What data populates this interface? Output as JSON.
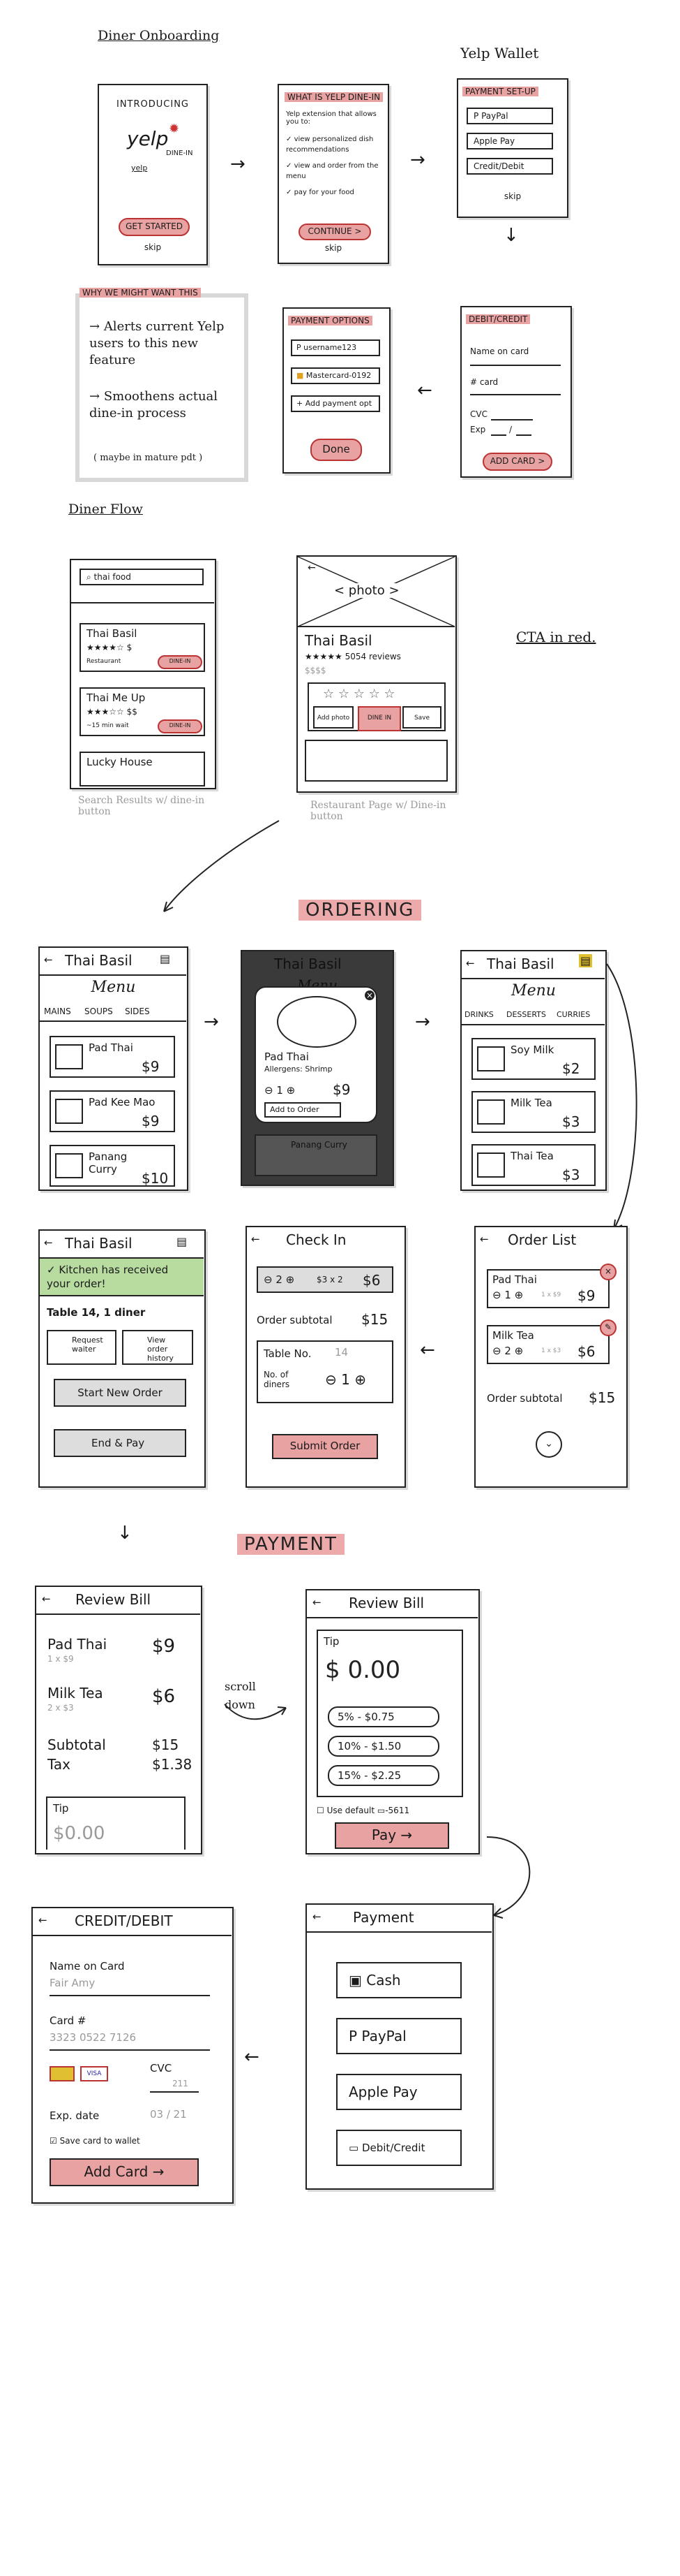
{
  "sections": {
    "diner_onboarding": "Diner Onboarding",
    "yelp_wallet": "Yelp Wallet",
    "diner_flow": "Diner Flow",
    "ordering": "ORDERING",
    "payment": "PAYMENT"
  },
  "onboarding": {
    "intro": {
      "introducing": "INTRODUCING",
      "logo": "yelp",
      "dine_in": "DINE-IN",
      "logo_alt": "yelp",
      "get_started": "GET STARTED",
      "skip": "skip"
    },
    "what_is": {
      "title": "WHAT IS YELP DINE-IN",
      "intro": "Yelp extension that allows you to:",
      "points": [
        "view personalized dish recommendations",
        "view and order from the menu",
        "pay for your food"
      ],
      "continue": "CONTINUE >",
      "skip": "skip"
    },
    "wallet": {
      "title": "PAYMENT SET-UP",
      "options": [
        "PayPal",
        "Apple Pay",
        "Credit/Debit"
      ],
      "skip": "skip"
    },
    "why_note": {
      "title": "WHY WE MIGHT WANT THIS",
      "points": [
        "Alerts current Yelp users to this new feature",
        "Smoothens actual dine-in process"
      ],
      "footnote": "( maybe in mature pdt )"
    },
    "payment_options": {
      "title": "PAYMENT OPTIONS",
      "options": [
        "username123",
        "Mastercard-0192",
        "Add payment opt"
      ],
      "done": "Done"
    },
    "credit_debit": {
      "title": "DEBIT/CREDIT",
      "name_label": "Name on card",
      "number_label": "# card",
      "cvc_label": "CVC",
      "exp_label": "Exp",
      "exp_sep": "/",
      "add_card": "ADD CARD >"
    }
  },
  "diner_flow": {
    "search": {
      "query": "thai food",
      "results": [
        {
          "name": "Thai Basil",
          "meta": "$",
          "tag": "Restaurant",
          "btn": "DINE-IN"
        },
        {
          "name": "Thai Me Up",
          "meta": "$$",
          "tag": "~15 min wait",
          "btn": "DINE-IN"
        },
        {
          "name": "Lucky House",
          "meta": "",
          "tag": "",
          "btn": ""
        }
      ],
      "caption": "Search Results w/ dine-in button"
    },
    "restaurant": {
      "photo": "< photo >",
      "name": "Thai Basil",
      "reviews": "5054 reviews",
      "price": "$$$$",
      "actions": [
        "Add photo",
        "DINE IN",
        "Save"
      ],
      "caption": "Restaurant Page w/ Dine-in button"
    },
    "cta_note": "CTA in red."
  },
  "ordering": {
    "menu1": {
      "back": "←",
      "title": "Thai Basil",
      "subtitle": "Menu",
      "tabs": [
        "MAINS",
        "SOUPS",
        "SIDES"
      ],
      "items": [
        {
          "name": "Pad Thai",
          "price": "$9"
        },
        {
          "name": "Pad Kee Mao",
          "price": "$9"
        },
        {
          "name": "Panang Curry",
          "price": "$10"
        }
      ]
    },
    "modal": {
      "title": "Thai Basil",
      "subtitle": "Menu",
      "item": "Pad Thai",
      "allergens": "Allergens: Shrimp",
      "qty": "1",
      "price": "$9",
      "add": "Add to Order",
      "bg_item": "Panang Curry"
    },
    "menu2": {
      "back": "←",
      "title": "Thai Basil",
      "subtitle": "Menu",
      "tabs": [
        "DRINKS",
        "DESSERTS",
        "CURRIES"
      ],
      "items": [
        {
          "name": "Soy Milk",
          "price": "$2"
        },
        {
          "name": "Milk Tea",
          "price": "$3"
        },
        {
          "name": "Thai Tea",
          "price": "$3"
        }
      ]
    },
    "status": {
      "back": "←",
      "title": "Thai Basil",
      "banner": "Kitchen has received your order!",
      "table": "Table 14, 1 diner",
      "buttons": [
        "Request waiter",
        "View order history"
      ],
      "start_new": "Start New Order",
      "end_pay": "End & Pay"
    },
    "checkin": {
      "back": "←",
      "title": "Check In",
      "qty": "2",
      "calc": "$3 x 2",
      "price": "$6",
      "subtotal_label": "Order subtotal",
      "subtotal": "$15",
      "table_label": "Table No.",
      "table_val": "14",
      "diners_label": "No. of diners",
      "diners_val": "1",
      "submit": "Submit Order"
    },
    "order_list": {
      "back": "←",
      "title": "Order List",
      "items": [
        {
          "name": "Pad Thai",
          "qty": "1",
          "unit": "1 x $9",
          "price": "$9"
        },
        {
          "name": "Milk Tea",
          "qty": "2",
          "unit": "1 x $3",
          "price": "$6"
        }
      ],
      "subtotal_label": "Order subtotal",
      "subtotal": "$15"
    }
  },
  "payment": {
    "review1": {
      "back": "←",
      "title": "Review Bill",
      "items": [
        {
          "name": "Pad Thai",
          "detail": "1 x $9",
          "price": "$9"
        },
        {
          "name": "Milk Tea",
          "detail": "2 x $3",
          "price": "$6"
        }
      ],
      "subtotal_label": "Subtotal",
      "subtotal": "$15",
      "tax_label": "Tax",
      "tax": "$1.38",
      "tip_label": "Tip",
      "tip_placeholder": "$0.00"
    },
    "scroll_note": "scroll down",
    "review2": {
      "back": "←",
      "title": "Review Bill",
      "tip_label": "Tip",
      "tip_value": "$ 0.00",
      "presets": [
        "5% - $0.75",
        "10% - $1.50",
        "15% - $2.25"
      ],
      "use_default": "Use default",
      "card_suffix": "-5611",
      "pay": "Pay →"
    },
    "credit": {
      "back": "←",
      "title": "CREDIT/DEBIT",
      "name_label": "Name on Card",
      "name_val": "Fair Amy",
      "card_label": "Card #",
      "card_val": "3323 0522 7126",
      "cvc_label": "CVC",
      "cvc_val": "211",
      "visa": "VISA",
      "exp_label": "Exp. date",
      "exp_val": "03 / 21",
      "save": "Save card to wallet",
      "add": "Add Card →"
    },
    "methods": {
      "back": "←",
      "title": "Payment",
      "options": [
        "Cash",
        "PayPal",
        "Apple Pay",
        "Debit/Credit"
      ]
    }
  }
}
